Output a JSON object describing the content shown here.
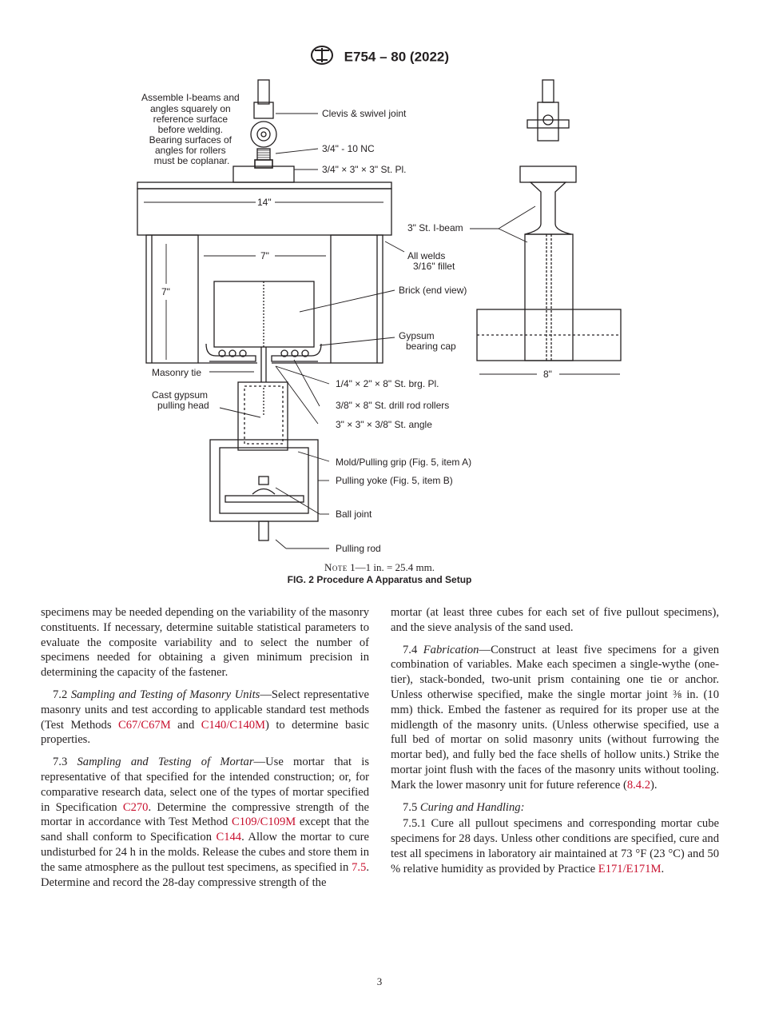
{
  "header": {
    "logo": "astm-logo-icon",
    "designation": "E754 – 80 (2022)"
  },
  "figure": {
    "labels": {
      "assemble": [
        "Assemble I-beams and",
        "angles squarely on",
        "reference surface",
        "before welding.",
        "Bearing surfaces of",
        "angles for rollers",
        "must be coplanar."
      ],
      "clevis": "Clevis & swivel joint",
      "nc": "3/4\" - 10 NC",
      "plate": "3/4\" × 3\" × 3\" St. Pl.",
      "dim14": "14\"",
      "dim7w": "7\"",
      "dim7h": "7\"",
      "ibeam": "3\" St. I-beam",
      "welds": [
        "All welds",
        "3/16\" fillet"
      ],
      "brick": "Brick (end view)",
      "gypsum_cap": [
        "Gypsum",
        "bearing cap"
      ],
      "masonry_tie": "Masonry tie",
      "cast_gypsum": [
        "Cast gypsum",
        "pulling head"
      ],
      "brg_pl": "1/4\" × 2\" × 8\" St. brg. Pl.",
      "rollers": "3/8\" × 8\" St. drill rod rollers",
      "angle": "3\" × 3\" × 3/8\" St. angle",
      "mold": "Mold/Pulling grip (Fig. 5, item A)",
      "yoke": "Pulling yoke (Fig. 5, item B)",
      "ball": "Ball joint",
      "rod": "Pulling rod",
      "dim8": "8\""
    },
    "note_label": "Note",
    "note_text": " 1—1 in. = 25.4 mm.",
    "caption": "FIG. 2 Procedure A Apparatus and Setup"
  },
  "left_col": {
    "p1": "specimens may be needed depending on the variability of the masonry constituents. If necessary, determine suitable statistical parameters to evaluate the composite variability and to select the number of specimens needed for obtaining a given minimum precision in determining the capacity of the fastener.",
    "p2_num": "7.2 ",
    "p2_title": "Sampling and Testing of Masonry Units",
    "p2_a": "—Select representative masonry units and test according to applicable standard test methods (Test Methods ",
    "p2_ref1": "C67/C67M",
    "p2_b": " and ",
    "p2_ref2": "C140/C140M",
    "p2_c": ") to determine basic properties.",
    "p3_num": "7.3 ",
    "p3_title": "Sampling and Testing of Mortar",
    "p3_a": "—Use mortar that is representative of that specified for the intended construction; or, for comparative research data, select one of the types of mortar specified in Specification ",
    "p3_ref1": "C270",
    "p3_b": ". Determine the compressive strength of the mortar in accordance with Test Method ",
    "p3_ref2": "C109/C109M",
    "p3_c": " except that the sand shall conform to Specification ",
    "p3_ref3": "C144",
    "p3_d": ". Allow the mortar to cure undisturbed for 24 h in the molds. Release the cubes and store them in the same atmosphere as the pullout test specimens, as specified in ",
    "p3_ref4": "7.5",
    "p3_e": ". Determine and record the 28-day compressive strength of the"
  },
  "right_col": {
    "p1": "mortar (at least three cubes for each set of five pullout specimens), and the sieve analysis of the sand used.",
    "p2_num": "7.4 ",
    "p2_title": "Fabrication",
    "p2_a": "—Construct at least five specimens for a given combination of variables. Make each specimen a single-wythe (one-tier), stack-bonded, two-unit prism containing one tie or anchor. Unless otherwise specified, make the single mortar joint ⅜ in. (10 mm) thick. Embed the fastener as required for its proper use at the midlength of the masonry units. (Unless otherwise specified, use a full bed of mortar on solid masonry units (without furrowing the mortar bed), and fully bed the face shells of hollow units.) Strike the mortar joint flush with the faces of the masonry units without tooling. Mark the lower masonry unit for future reference (",
    "p2_ref": "8.4.2",
    "p2_b": ").",
    "p3_num": "7.5 ",
    "p3_title": "Curing and Handling:",
    "p4_a": "7.5.1 Cure all pullout specimens and corresponding mortar cube specimens for 28 days. Unless other conditions are specified, cure and test all specimens in laboratory air maintained at 73 °F (23 °C) and 50 % relative humidity as provided by Practice ",
    "p4_ref": "E171/E171M",
    "p4_b": "."
  },
  "page_number": "3"
}
